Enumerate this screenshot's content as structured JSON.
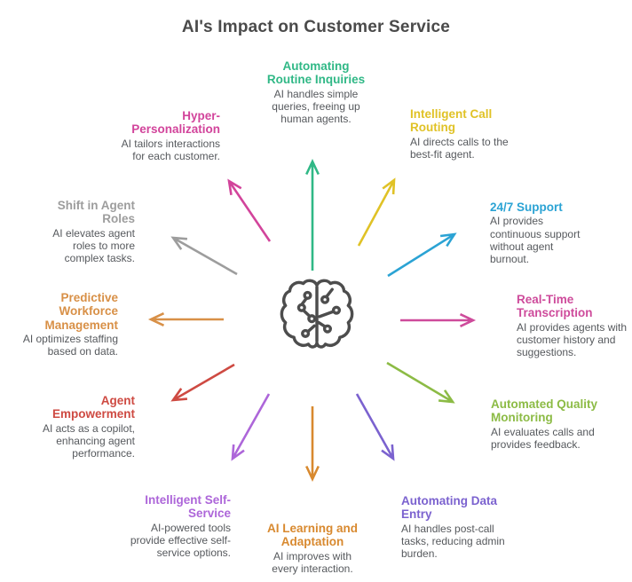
{
  "title": "AI's Impact on Customer Service",
  "title_color": "#4a4a4a",
  "text_color": "#56595d",
  "center_icon": {
    "name": "brain-circuit-icon",
    "color": "#4d4d4d"
  },
  "topics": [
    {
      "heading": "Automating Routine Inquiries",
      "description": "AI handles simple queries, freeing up human agents.",
      "color": "#30b886"
    },
    {
      "heading": "Intelligent Call Routing",
      "description": "AI directs calls to the best-fit agent.",
      "color": "#e0c226"
    },
    {
      "heading": "24/7 Support",
      "description": "AI provides continuous support without agent burnout.",
      "color": "#2ba3d4"
    },
    {
      "heading": "Real-Time Transcription",
      "description": "AI provides agents with customer history and suggestions.",
      "color": "#ce4b9b"
    },
    {
      "heading": "Automated Quality Monitoring",
      "description": "AI evaluates calls and provides feedback.",
      "color": "#8cbb45"
    },
    {
      "heading": "Automating Data Entry",
      "description": "AI handles post-call tasks, reducing admin burden.",
      "color": "#7b62cf"
    },
    {
      "heading": "AI Learning and Adaptation",
      "description": "AI improves with every interaction.",
      "color": "#d8892f"
    },
    {
      "heading": "Intelligent Self-Service",
      "description": "AI-powered tools provide effective self-service options.",
      "color": "#ad66d9"
    },
    {
      "heading": "Agent Empowerment",
      "description": "AI acts as a copilot, enhancing agent performance.",
      "color": "#ce4a42"
    },
    {
      "heading": "Predictive Workforce Management",
      "description": "AI optimizes staffing based on data.",
      "color": "#d89047"
    },
    {
      "heading": "Shift in Agent Roles",
      "description": "AI elevates agent roles to more complex tasks.",
      "color": "#9d9d9d"
    },
    {
      "heading": "Hyper-Personalization",
      "description": "AI tailors interactions for each customer.",
      "color": "#d2449b"
    }
  ]
}
